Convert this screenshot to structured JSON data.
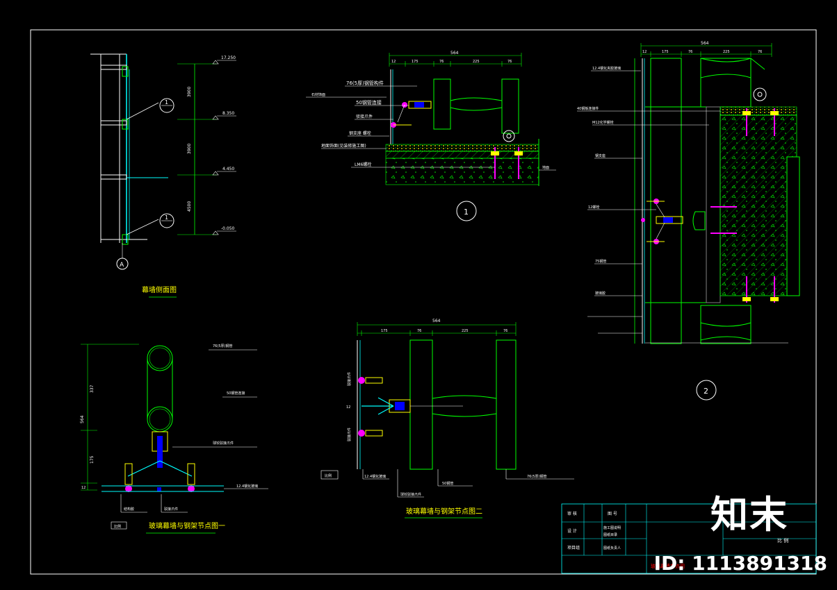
{
  "watermark": {
    "logo": "知末",
    "id": "ID: 1113891318"
  },
  "elevation": {
    "elev_labels": [
      "17.250",
      "8.350",
      "4.450",
      "-0.050"
    ],
    "dims": [
      "3900",
      "3900",
      "4500"
    ],
    "axis": "A",
    "bubbles": [
      "1",
      "1"
    ],
    "title": "幕墙侧面图"
  },
  "detail1": {
    "dims_top": [
      "564"
    ],
    "dims_sub": [
      "12",
      "175",
      "76",
      "225",
      "76"
    ],
    "callouts": [
      "76(5厚)钢管构件",
      "50钢管连接",
      "驳接爪件",
      "钢支座  螺栓",
      "地面饰面(见装修施工图)",
      "LM6螺栓"
    ],
    "left_note": "石材饰面",
    "right_note": "地面",
    "bubble": "1"
  },
  "detail2": {
    "dims_top": [
      "564"
    ],
    "dims_sub": [
      "12",
      "175",
      "76",
      "225",
      "76"
    ],
    "callouts": [
      "12.4钢化夹胶玻璃",
      "40钢板连接件",
      "M12化学螺栓",
      "钢支座",
      "12螺栓",
      "75钢管",
      "玻璃胶"
    ],
    "bubble": "2"
  },
  "node1": {
    "dims": [
      "564",
      "337",
      "175",
      "12"
    ],
    "callouts": [
      "76(5厚)钢管",
      "50钢管连接",
      "球铰驳接爪件",
      "12.4钢化玻璃"
    ],
    "bottom_labels": [
      "结构胶",
      "驳接爪件"
    ],
    "scale_tag": "比例",
    "title": "玻璃幕墙与钢架节点图一"
  },
  "node2": {
    "dims": [
      "564",
      "175",
      "76",
      "225",
      "76",
      "12"
    ],
    "side_labels": [
      "驳接爪件",
      "驳接爪件"
    ],
    "callouts": [
      "12.4钢化玻璃",
      "50钢管",
      "76(5厚)钢管",
      "球铰驳接爪件"
    ],
    "scale_tag": "比例",
    "title": "玻璃幕墙与钢架节点图二"
  },
  "title_block": {
    "cells": [
      "审 核",
      "设 计",
      "项目组",
      "图 号",
      "施工图说明",
      "图纸目录",
      "图纸负责人",
      "比 例"
    ],
    "red_label": "玻璃幕墙节点图"
  },
  "colors": {
    "frame": "#ffffff",
    "structure": "#00ff00",
    "cyan": "#00ffff",
    "magenta": "#ff00ff",
    "yellow": "#ffff00",
    "blue": "#0000ff",
    "red": "#ff0000",
    "gray": "#808080"
  }
}
